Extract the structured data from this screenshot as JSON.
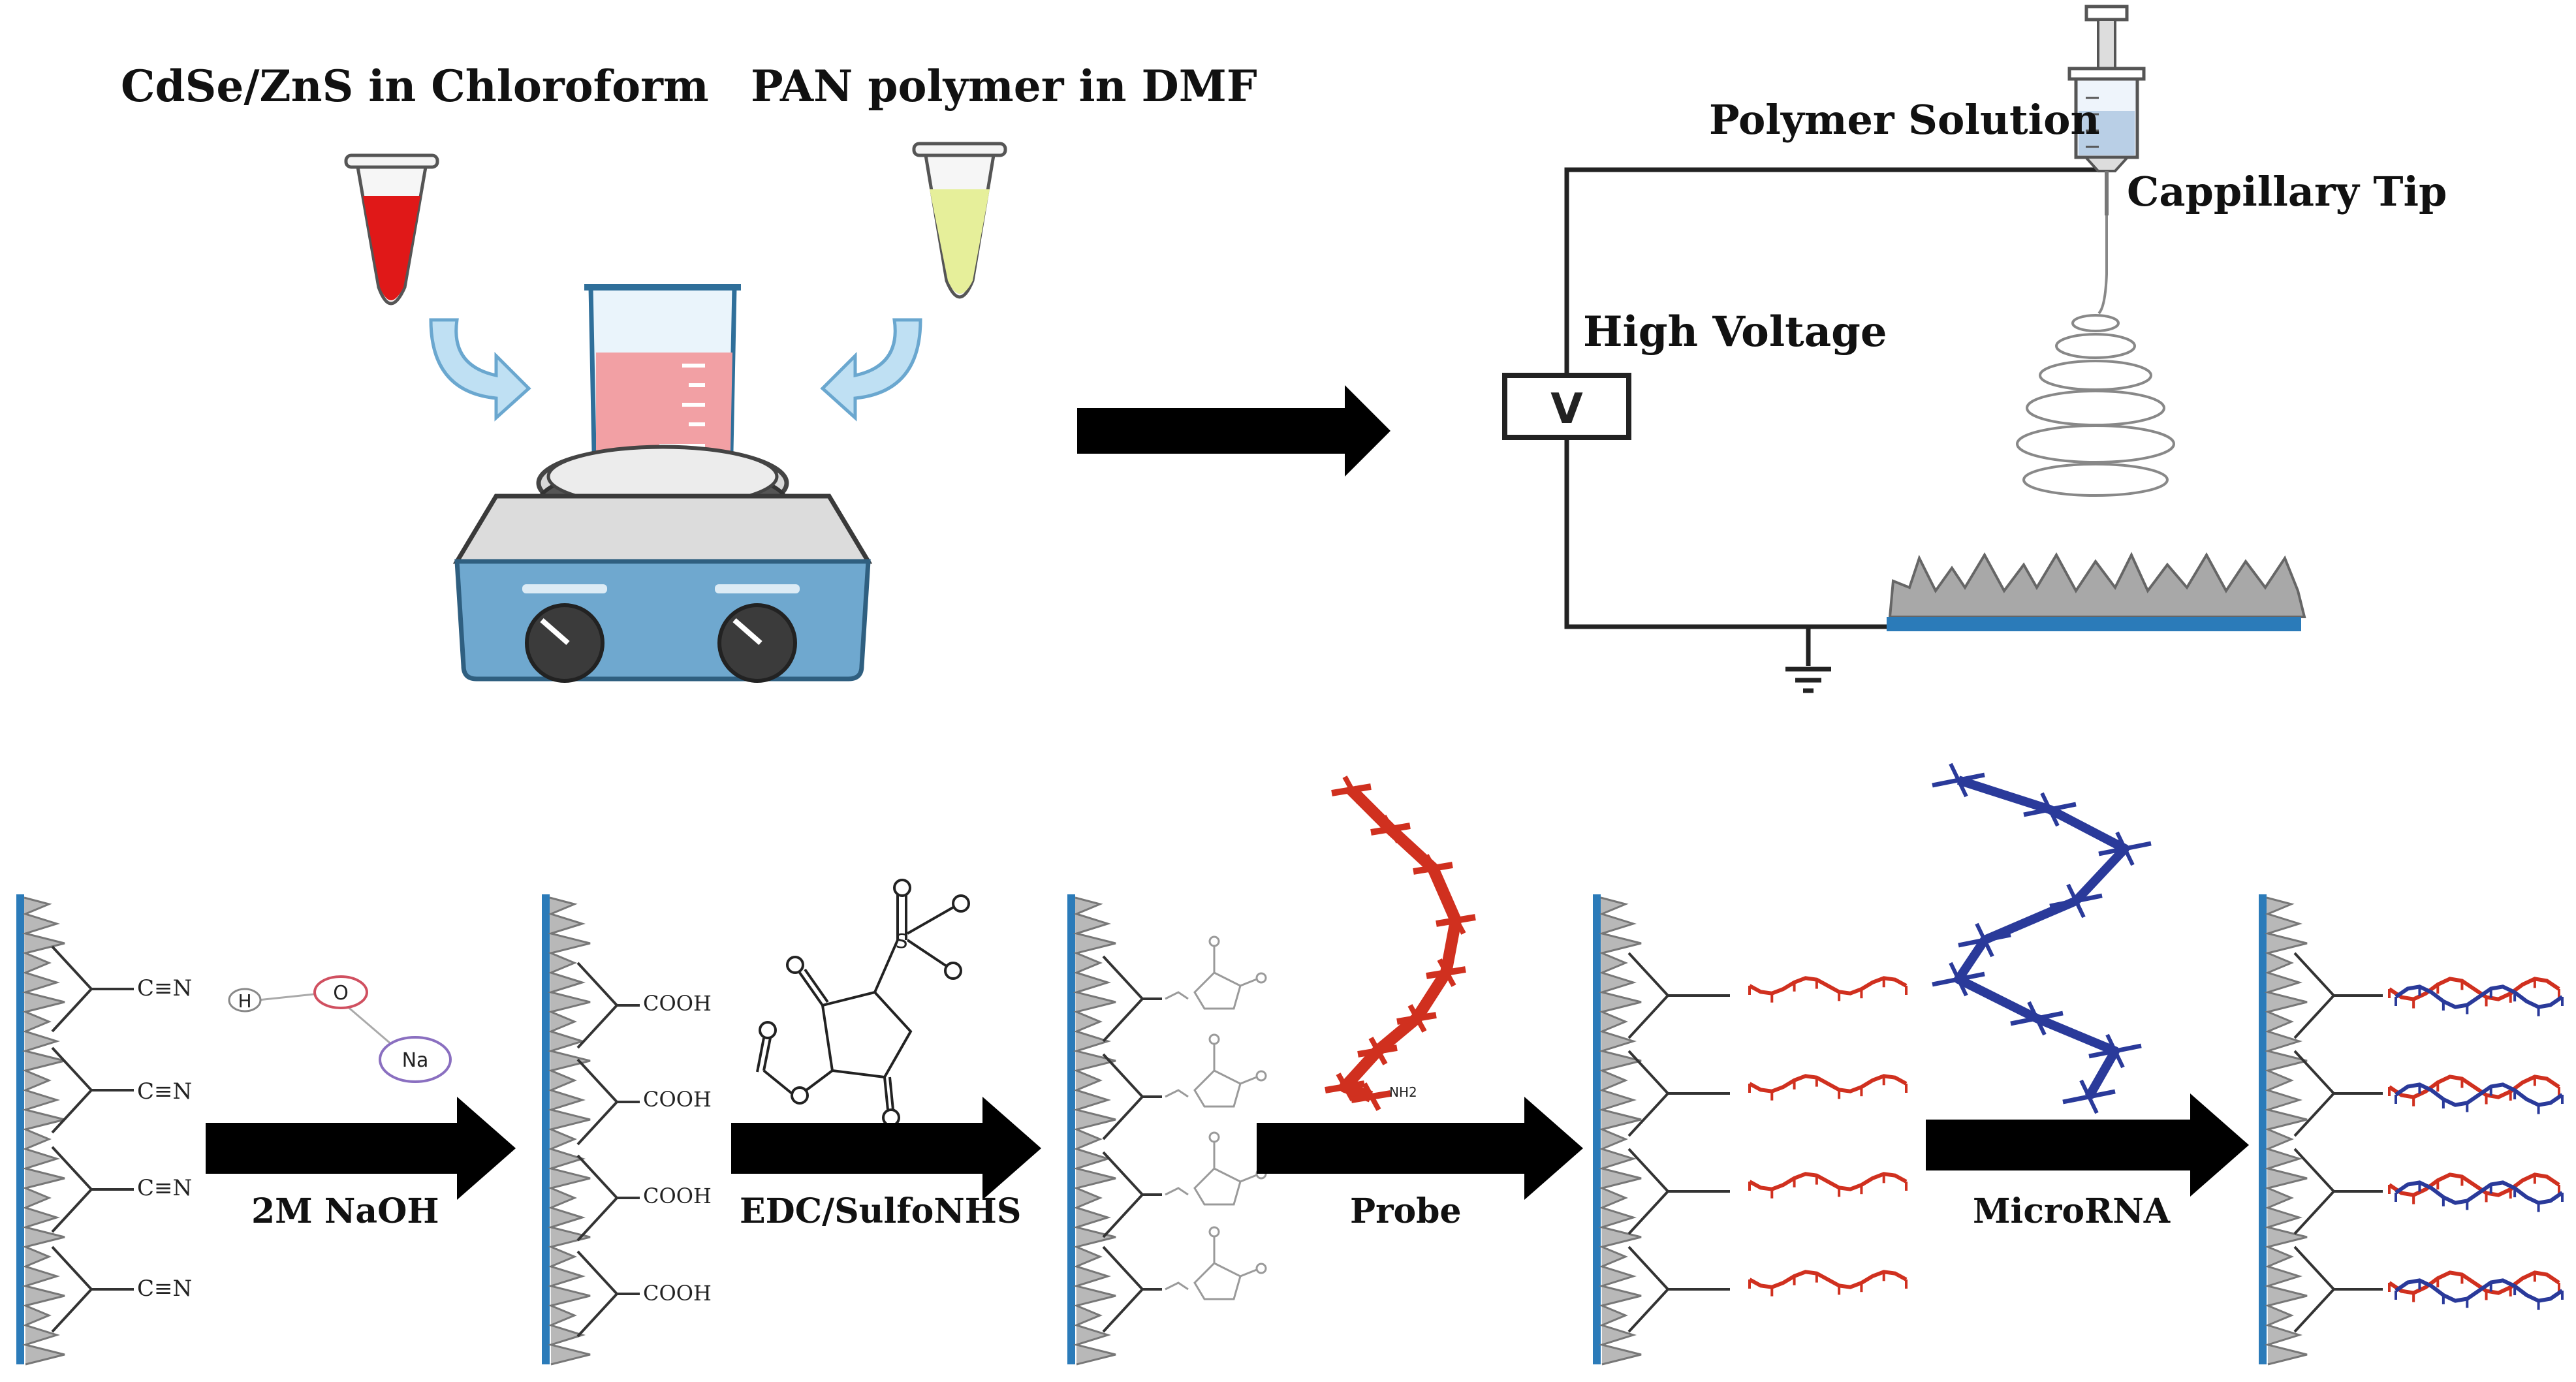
{
  "labels": {
    "cdse": "CdSe/ZnS  in Chloroform",
    "pan": "PAN polymer in DMF",
    "polymer_solution": "Polymer Solution",
    "capillary_tip": "Cappillary Tip",
    "high_voltage": "High Voltage",
    "voltmeter_symbol": "V"
  },
  "steps": [
    {
      "label": "2M NaOH"
    },
    {
      "label": "EDC/SulfoNHS"
    },
    {
      "label": "Probe"
    },
    {
      "label": "MicroRNA"
    }
  ],
  "chem": {
    "nitrile": "C≡N",
    "cooh": "COOH",
    "h": "H",
    "o": "O",
    "na": "Na",
    "s": "S",
    "nh2": "NH2"
  },
  "colors": {
    "substrate_blue": "#2b7bb9",
    "probe_red": "#d0301f",
    "mirna_blue": "#2a3a9a",
    "hotplate_blue": "#6fa8cf",
    "red_solution": "#e01818",
    "yellow_solution": "#e6ef9a",
    "pink_solution": "#f2a0a4"
  }
}
